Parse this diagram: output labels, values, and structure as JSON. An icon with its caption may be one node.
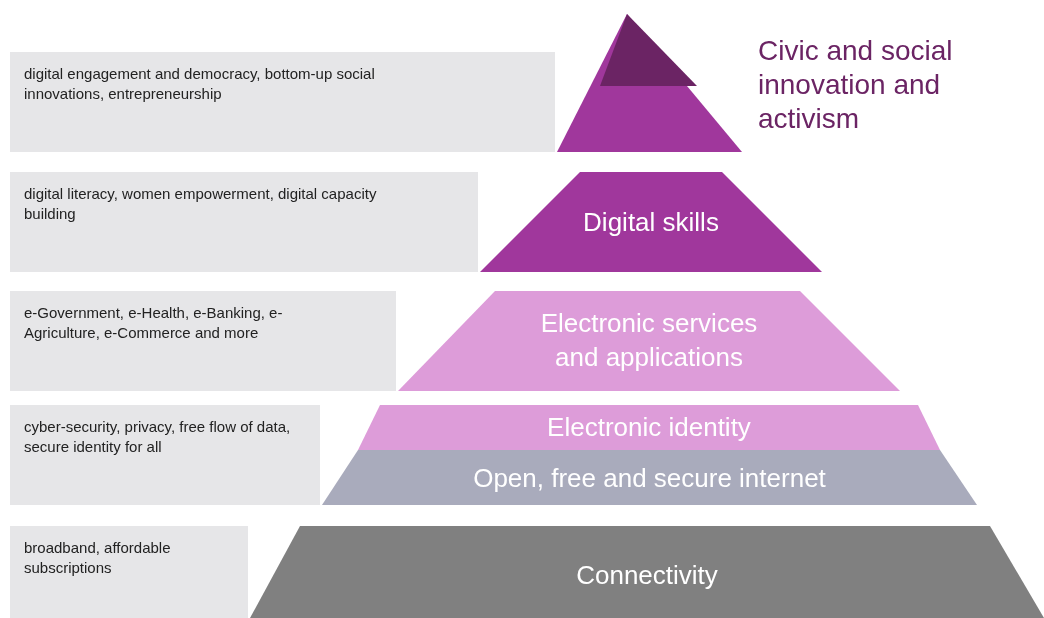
{
  "diagram": {
    "nodes": [
      {
        "text": [
          "digital engagement and democracy, bottom-up social innovations, entrepreneurship"
        ]
      },
      {
        "text": [
          "Civic and social innovation and activism"
        ]
      },
      {
        "text": [
          "digital literacy, women empowerment, digital capacity building"
        ]
      },
      {
        "text": [
          "Digital skills"
        ]
      },
      {
        "text": [
          "e-Government, e-Health, e-Banking, e-Agriculture, e-Commerce and more"
        ]
      },
      {
        "text": [
          "Electronic services and applications"
        ]
      },
      {
        "text": [
          "cyber-security, privacy, free flow of data, secure identity for all"
        ]
      },
      {
        "text": [
          "Electronic identity"
        ]
      },
      {
        "text": [
          "Open, free and secure internet"
        ]
      },
      {
        "text": [
          "broadband, affordable subscriptions"
        ]
      },
      {
        "text": [
          "Connectivity"
        ]
      }
    ]
  }
}
